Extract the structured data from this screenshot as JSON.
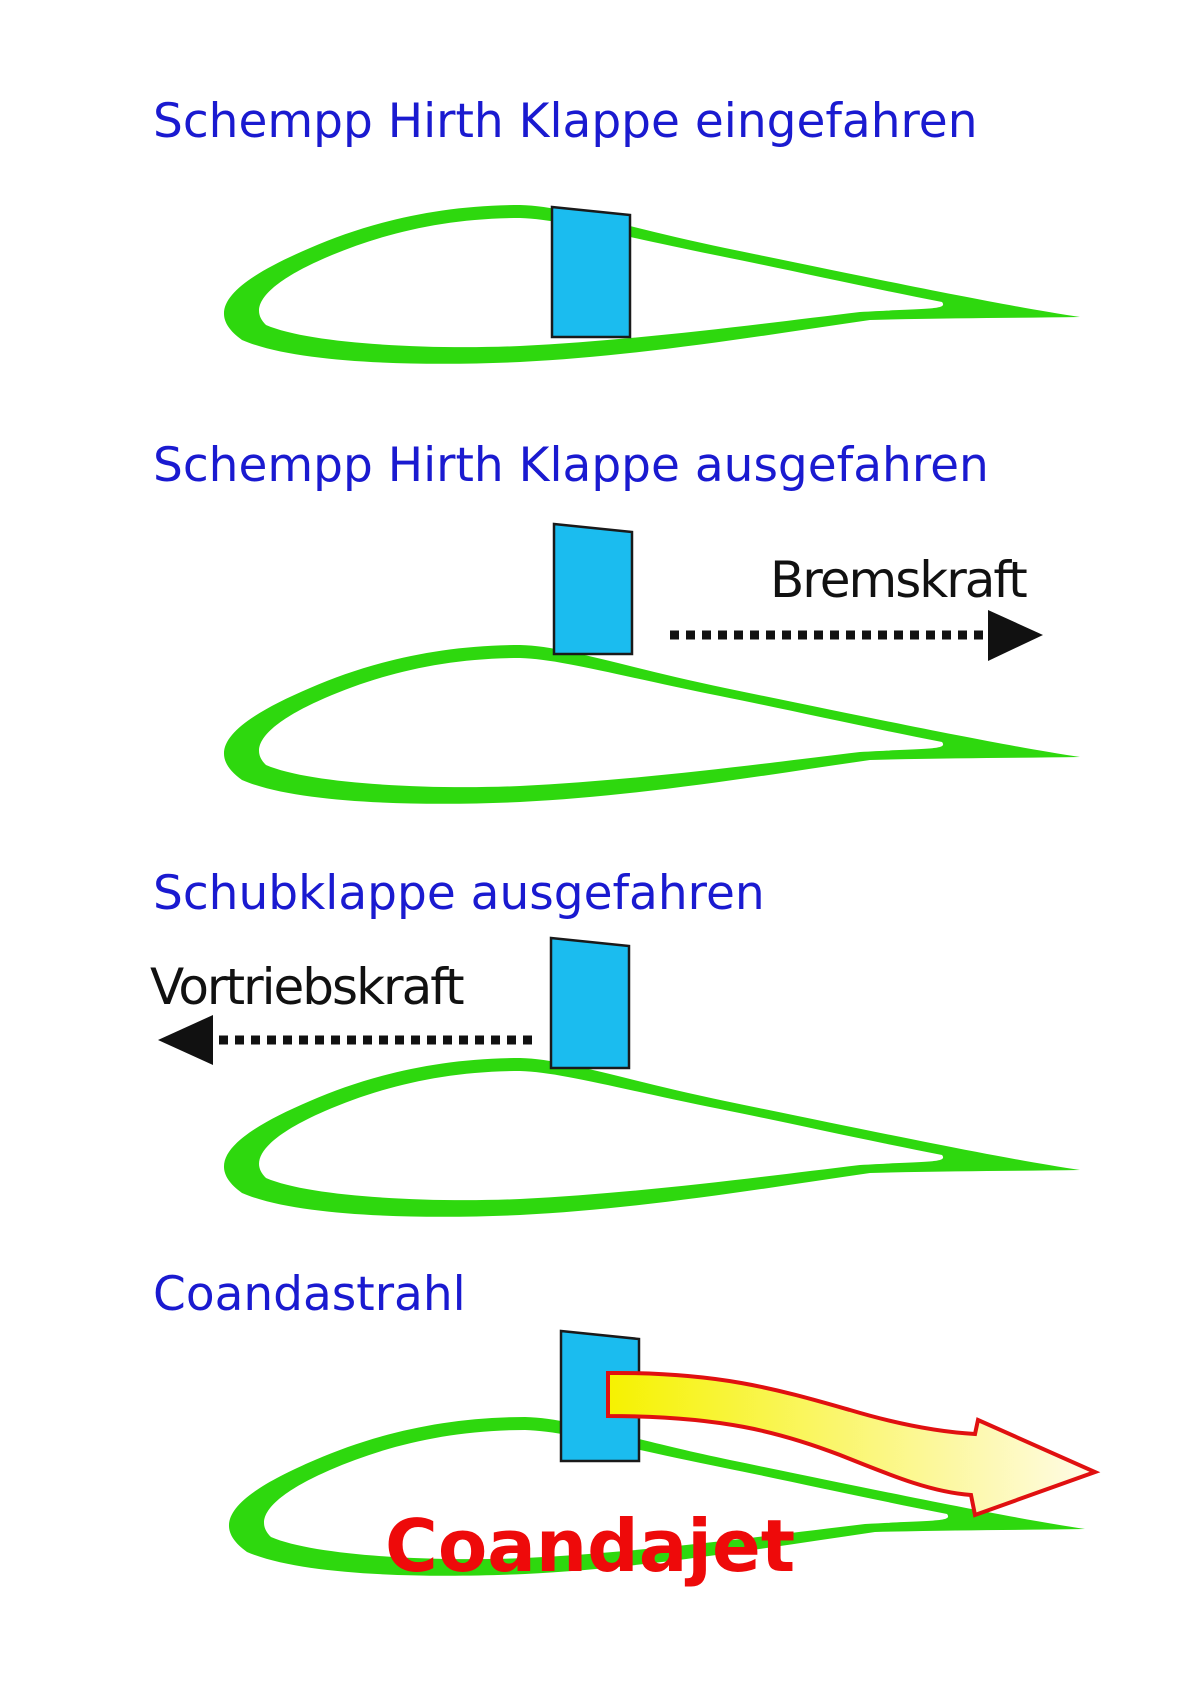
{
  "colors": {
    "heading": "#1a1ad0",
    "airfoil": "#2ed80e",
    "flap": "#1bbcef",
    "flap_stroke": "#1a1a1a",
    "force_arrow": "#111111",
    "jet_outline": "#e01010",
    "jet_fill_start": "#f6f200",
    "jet_fill_end": "#fffbe8",
    "jet_label": "#ee0a0a"
  },
  "panels": [
    {
      "heading": "Schempp Hirth Klappe eingefahren",
      "flap_state": "retracted"
    },
    {
      "heading": "Schempp Hirth Klappe ausgefahren",
      "flap_state": "extended",
      "force_label": "Bremskraft",
      "force_direction": "right"
    },
    {
      "heading": "Schubklappe ausgefahren",
      "flap_state": "extended",
      "force_label": "Vortriebskraft",
      "force_direction": "left"
    },
    {
      "heading": "Coandastrahl",
      "flap_state": "extended",
      "jet_label": "Coandajet",
      "jet_arrow_icon": "coanda-jet-arrow-icon"
    }
  ]
}
